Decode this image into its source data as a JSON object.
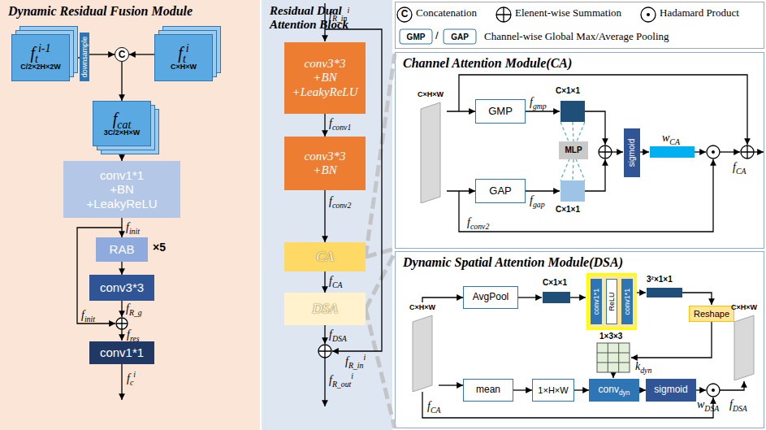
{
  "diagram": {
    "nodes": [
      {
        "text": [
          "Dynamic Residual Fusion Module"
        ]
      },
      {
        "text": [
          "fti-1",
          "C/2×2H×2W"
        ],
        "in": 0
      },
      {
        "text": [
          "downsample"
        ],
        "in": 0
      },
      {
        "text": [
          "C"
        ],
        "in": 0
      },
      {
        "text": [
          "fti",
          "C×H×W"
        ],
        "in": 0
      },
      {
        "text": [
          "fcat",
          "3C/2×H×W"
        ],
        "in": 0
      },
      {
        "text": [
          "conv1*1 +BN +LeakyReLU"
        ],
        "in": 0
      },
      {
        "text": [
          "RAB"
        ],
        "in": 0
      },
      {
        "text": [
          "conv3*3"
        ],
        "in": 0
      },
      {
        "text": [
          "conv1*1"
        ],
        "in": 0
      },
      {
        "text": [
          "Residual Dual Attention Block"
        ]
      },
      {
        "text": [
          "conv3*3 +BN +LeakyReLU"
        ],
        "in": 10
      },
      {
        "text": [
          "conv3*3 +BN"
        ],
        "in": 10
      },
      {
        "text": [
          "CA"
        ],
        "in": 10
      },
      {
        "text": [
          "DSA"
        ],
        "in": 10
      },
      {
        "text": [
          "Channel Attention Module(CA)"
        ]
      },
      {
        "text": [
          "C×H×W"
        ],
        "in": 15
      },
      {
        "text": [
          "GMP"
        ],
        "in": 15
      },
      {
        "text": [
          "GAP"
        ],
        "in": 15
      },
      {
        "text": [
          "MLP"
        ],
        "in": 15
      },
      {
        "text": [
          "sigmoid"
        ],
        "in": 15
      },
      {
        "text": [
          "Dynamic Spatial Attention Module(DSA)"
        ]
      },
      {
        "text": [
          "C×H×W"
        ],
        "in": 21
      },
      {
        "text": [
          "AvgPool"
        ],
        "in": 21
      },
      {
        "text": [
          "conv1*1",
          "ReLU",
          "conv1*1"
        ],
        "in": 21
      },
      {
        "text": [
          "Reshape"
        ],
        "in": 21
      },
      {
        "text": [
          "mean"
        ],
        "in": 21
      },
      {
        "text": [
          "1×H×W"
        ],
        "in": 21
      },
      {
        "text": [
          "convdyn"
        ],
        "in": 21
      },
      {
        "text": [
          "sigmoid"
        ],
        "in": 21
      },
      {
        "text": [
          "C×H×W"
        ],
        "in": 21
      }
    ],
    "edges": [
      {
        "from": 1,
        "to": 2,
        "arrow": "none"
      },
      {
        "from": 2,
        "to": 3,
        "arrow": "to"
      },
      {
        "from": 4,
        "to": 3,
        "arrow": "to"
      },
      {
        "from": 3,
        "to": 5,
        "arrow": "to"
      },
      {
        "from": 5,
        "to": 6,
        "arrow": "to"
      },
      {
        "from": 6,
        "to": 7,
        "arrow": "to"
      },
      {
        "from": 7,
        "to": 8,
        "arrow": "to"
      },
      {
        "from": 11,
        "to": 12,
        "arrow": "to"
      },
      {
        "from": 12,
        "to": 13,
        "arrow": "to"
      },
      {
        "from": 13,
        "to": 14,
        "arrow": "to"
      },
      {
        "from": 16,
        "to": 17,
        "arrow": "to"
      },
      {
        "from": 16,
        "to": 18,
        "arrow": "to"
      },
      {
        "from": 22,
        "to": 23,
        "arrow": "to"
      },
      {
        "from": 22,
        "to": 26,
        "arrow": "to"
      },
      {
        "from": 26,
        "to": 27,
        "arrow": "to"
      },
      {
        "from": 27,
        "to": 28,
        "arrow": "to"
      },
      {
        "from": 28,
        "to": 29,
        "arrow": "to"
      }
    ],
    "labels": [
      "×5",
      "finit",
      "finit",
      "fR_g",
      "fres",
      "fci",
      "fR_ini",
      "fconv1",
      "fconv2",
      "fCA",
      "fDSA",
      "fR_ini",
      "fR_outi",
      "C",
      "GMP",
      "/",
      "GAP",
      "fgmp",
      "C×1×1",
      "fgap",
      "C×1×1",
      "wCA",
      "fconv2",
      "fCA",
      "C×1×1",
      "3²×1×1",
      "1×3×3",
      "kdyn",
      "fCA",
      "wDSA",
      "fDSA"
    ],
    "legend": [
      {
        "text": "Concatenation"
      },
      {
        "text": "Elenent-wise Summation"
      },
      {
        "text": "Hadamard Product"
      },
      {
        "text": "Channel-wise Global Max/Average Pooling"
      }
    ]
  }
}
